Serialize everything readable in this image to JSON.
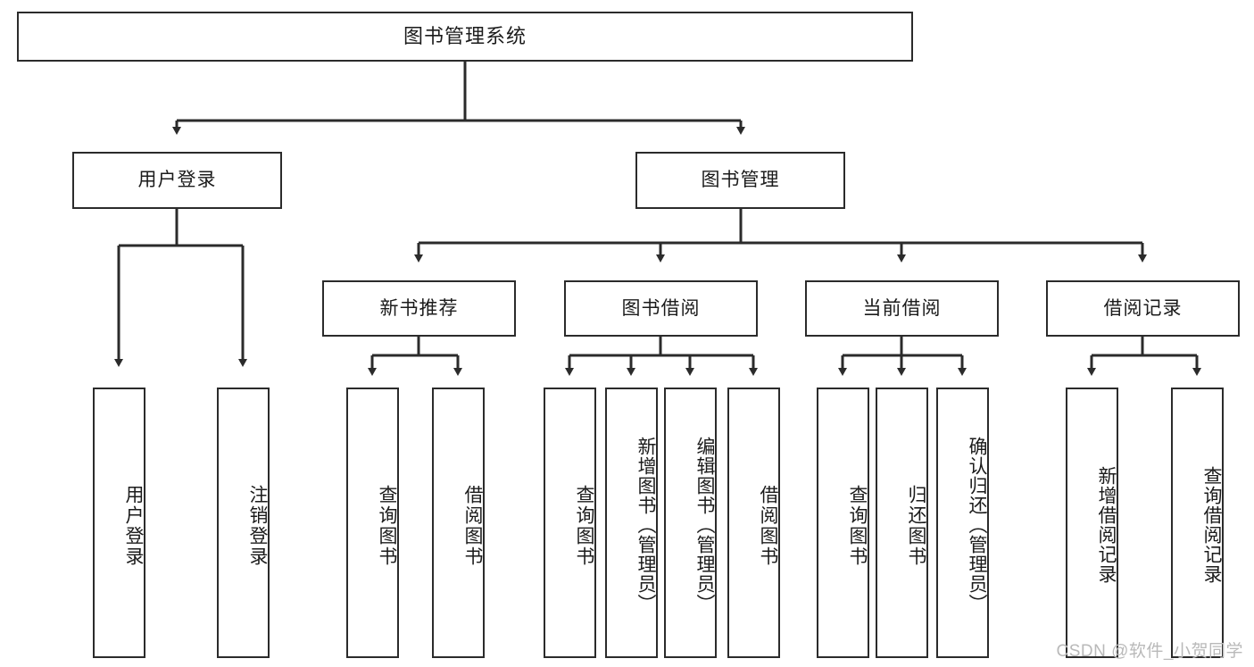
{
  "diagram": {
    "type": "tree",
    "title": "图书管理系统",
    "root": {
      "id": "root",
      "label": "图书管理系统"
    },
    "level2": [
      {
        "id": "user-login",
        "label": "用户登录"
      },
      {
        "id": "book-manage",
        "label": "图书管理"
      }
    ],
    "level3": [
      {
        "id": "new-book-rec",
        "label": "新书推荐",
        "parent": "book-manage"
      },
      {
        "id": "book-borrow",
        "label": "图书借阅",
        "parent": "book-manage"
      },
      {
        "id": "current-borrow",
        "label": "当前借阅",
        "parent": "book-manage"
      },
      {
        "id": "borrow-record",
        "label": "借阅记录",
        "parent": "book-manage"
      }
    ],
    "leaves": [
      {
        "id": "leaf-user-login",
        "label": "用户登录",
        "parent": "user-login"
      },
      {
        "id": "leaf-logout",
        "label": "注销登录",
        "parent": "user-login"
      },
      {
        "id": "leaf-query-book-1",
        "label": "查询图书",
        "parent": "new-book-rec"
      },
      {
        "id": "leaf-borrow-book-1",
        "label": "借阅图书",
        "parent": "new-book-rec"
      },
      {
        "id": "leaf-query-book-2",
        "label": "查询图书",
        "parent": "book-borrow"
      },
      {
        "id": "leaf-add-book",
        "label": "新增图书（管理员）",
        "parent": "book-borrow"
      },
      {
        "id": "leaf-edit-book",
        "label": "编辑图书（管理员）",
        "parent": "book-borrow"
      },
      {
        "id": "leaf-borrow-book-2",
        "label": "借阅图书",
        "parent": "book-borrow"
      },
      {
        "id": "leaf-query-book-3",
        "label": "查询图书",
        "parent": "current-borrow"
      },
      {
        "id": "leaf-return-book",
        "label": "归还图书",
        "parent": "current-borrow"
      },
      {
        "id": "leaf-confirm-return",
        "label": "确认归还（管理员）",
        "parent": "current-borrow"
      },
      {
        "id": "leaf-add-record",
        "label": "新增借阅记录",
        "parent": "borrow-record"
      },
      {
        "id": "leaf-query-record",
        "label": "查询借阅记录",
        "parent": "borrow-record"
      }
    ],
    "colors": {
      "border": "#2b2b2b",
      "background": "#ffffff",
      "text": "#1b1b1b",
      "watermark": "#b9b9b9"
    }
  },
  "watermark": {
    "text": "CSDN @软件_小贺同学"
  }
}
